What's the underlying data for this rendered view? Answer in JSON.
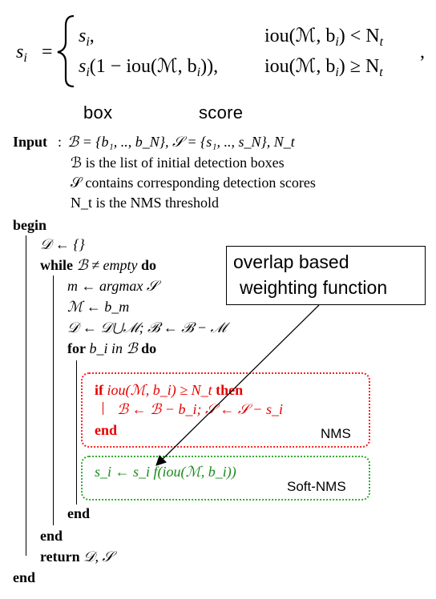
{
  "formula": {
    "lhs": "s",
    "lhs_sub": "i",
    "equals": "=",
    "case1_value": "s",
    "case1_value_sub": "i",
    "case1_value_suffix": ",",
    "case1_condition": "iou(ℳ, b",
    "case1_condition_sub": "i",
    "case1_condition_rest": ") < N",
    "case1_condition_sub2": "t",
    "case2_value_s": "s",
    "case2_value_sub": "i",
    "case2_value_rest": "(1 − iou(ℳ, b",
    "case2_value_sub2": "i",
    "case2_value_end": ")),",
    "case2_condition": "iou(ℳ, b",
    "case2_condition_sub": "i",
    "case2_condition_rest": ") ≥ N",
    "case2_condition_sub2": "t",
    "trailing_comma": ","
  },
  "labels": {
    "box": "box",
    "score": "score"
  },
  "input": {
    "keyword": "Input",
    "colon": ":",
    "definition": "ℬ = {b₁, .., b_N}, 𝒮 = {s₁, .., s_N}, N_t",
    "line1": "ℬ is the list of initial detection boxes",
    "line2": "𝒮 contains corresponding detection scores",
    "line3": "N_t is the NMS threshold"
  },
  "algorithm": {
    "begin": "begin",
    "init": "𝒟 ← {}",
    "while_kw": "while",
    "while_cond": "ℬ ≠ empty",
    "do_kw": "do",
    "argmax": "m ← argmax 𝒮",
    "assign_M": "ℳ ← b_m",
    "update": "𝒟 ← 𝒟⋃ℳ; ℬ ← ℬ − ℳ",
    "for_kw": "for",
    "for_cond": "b_i in ℬ",
    "for_do": "do",
    "if_kw": "if",
    "if_cond": "iou(ℳ, b_i) ≥ N_t",
    "then_kw": "then",
    "remove_line": "ℬ ← ℬ − b_i; 𝒮 ← 𝒮 − s_i",
    "end_if": "end",
    "soft_line": "s_i ← s_i f(iou(ℳ, b_i))",
    "end_for": "end",
    "end_while": "end",
    "return_kw": "return",
    "return_vals": "𝒟, 𝒮",
    "end_final": "end"
  },
  "annotations": {
    "nms_label": "NMS",
    "soft_nms_label": "Soft-NMS",
    "callout_line1": "overlap based",
    "callout_line2": "weighting function"
  },
  "colors": {
    "nms": "#e50000",
    "soft_nms": "#1a8a1a"
  }
}
